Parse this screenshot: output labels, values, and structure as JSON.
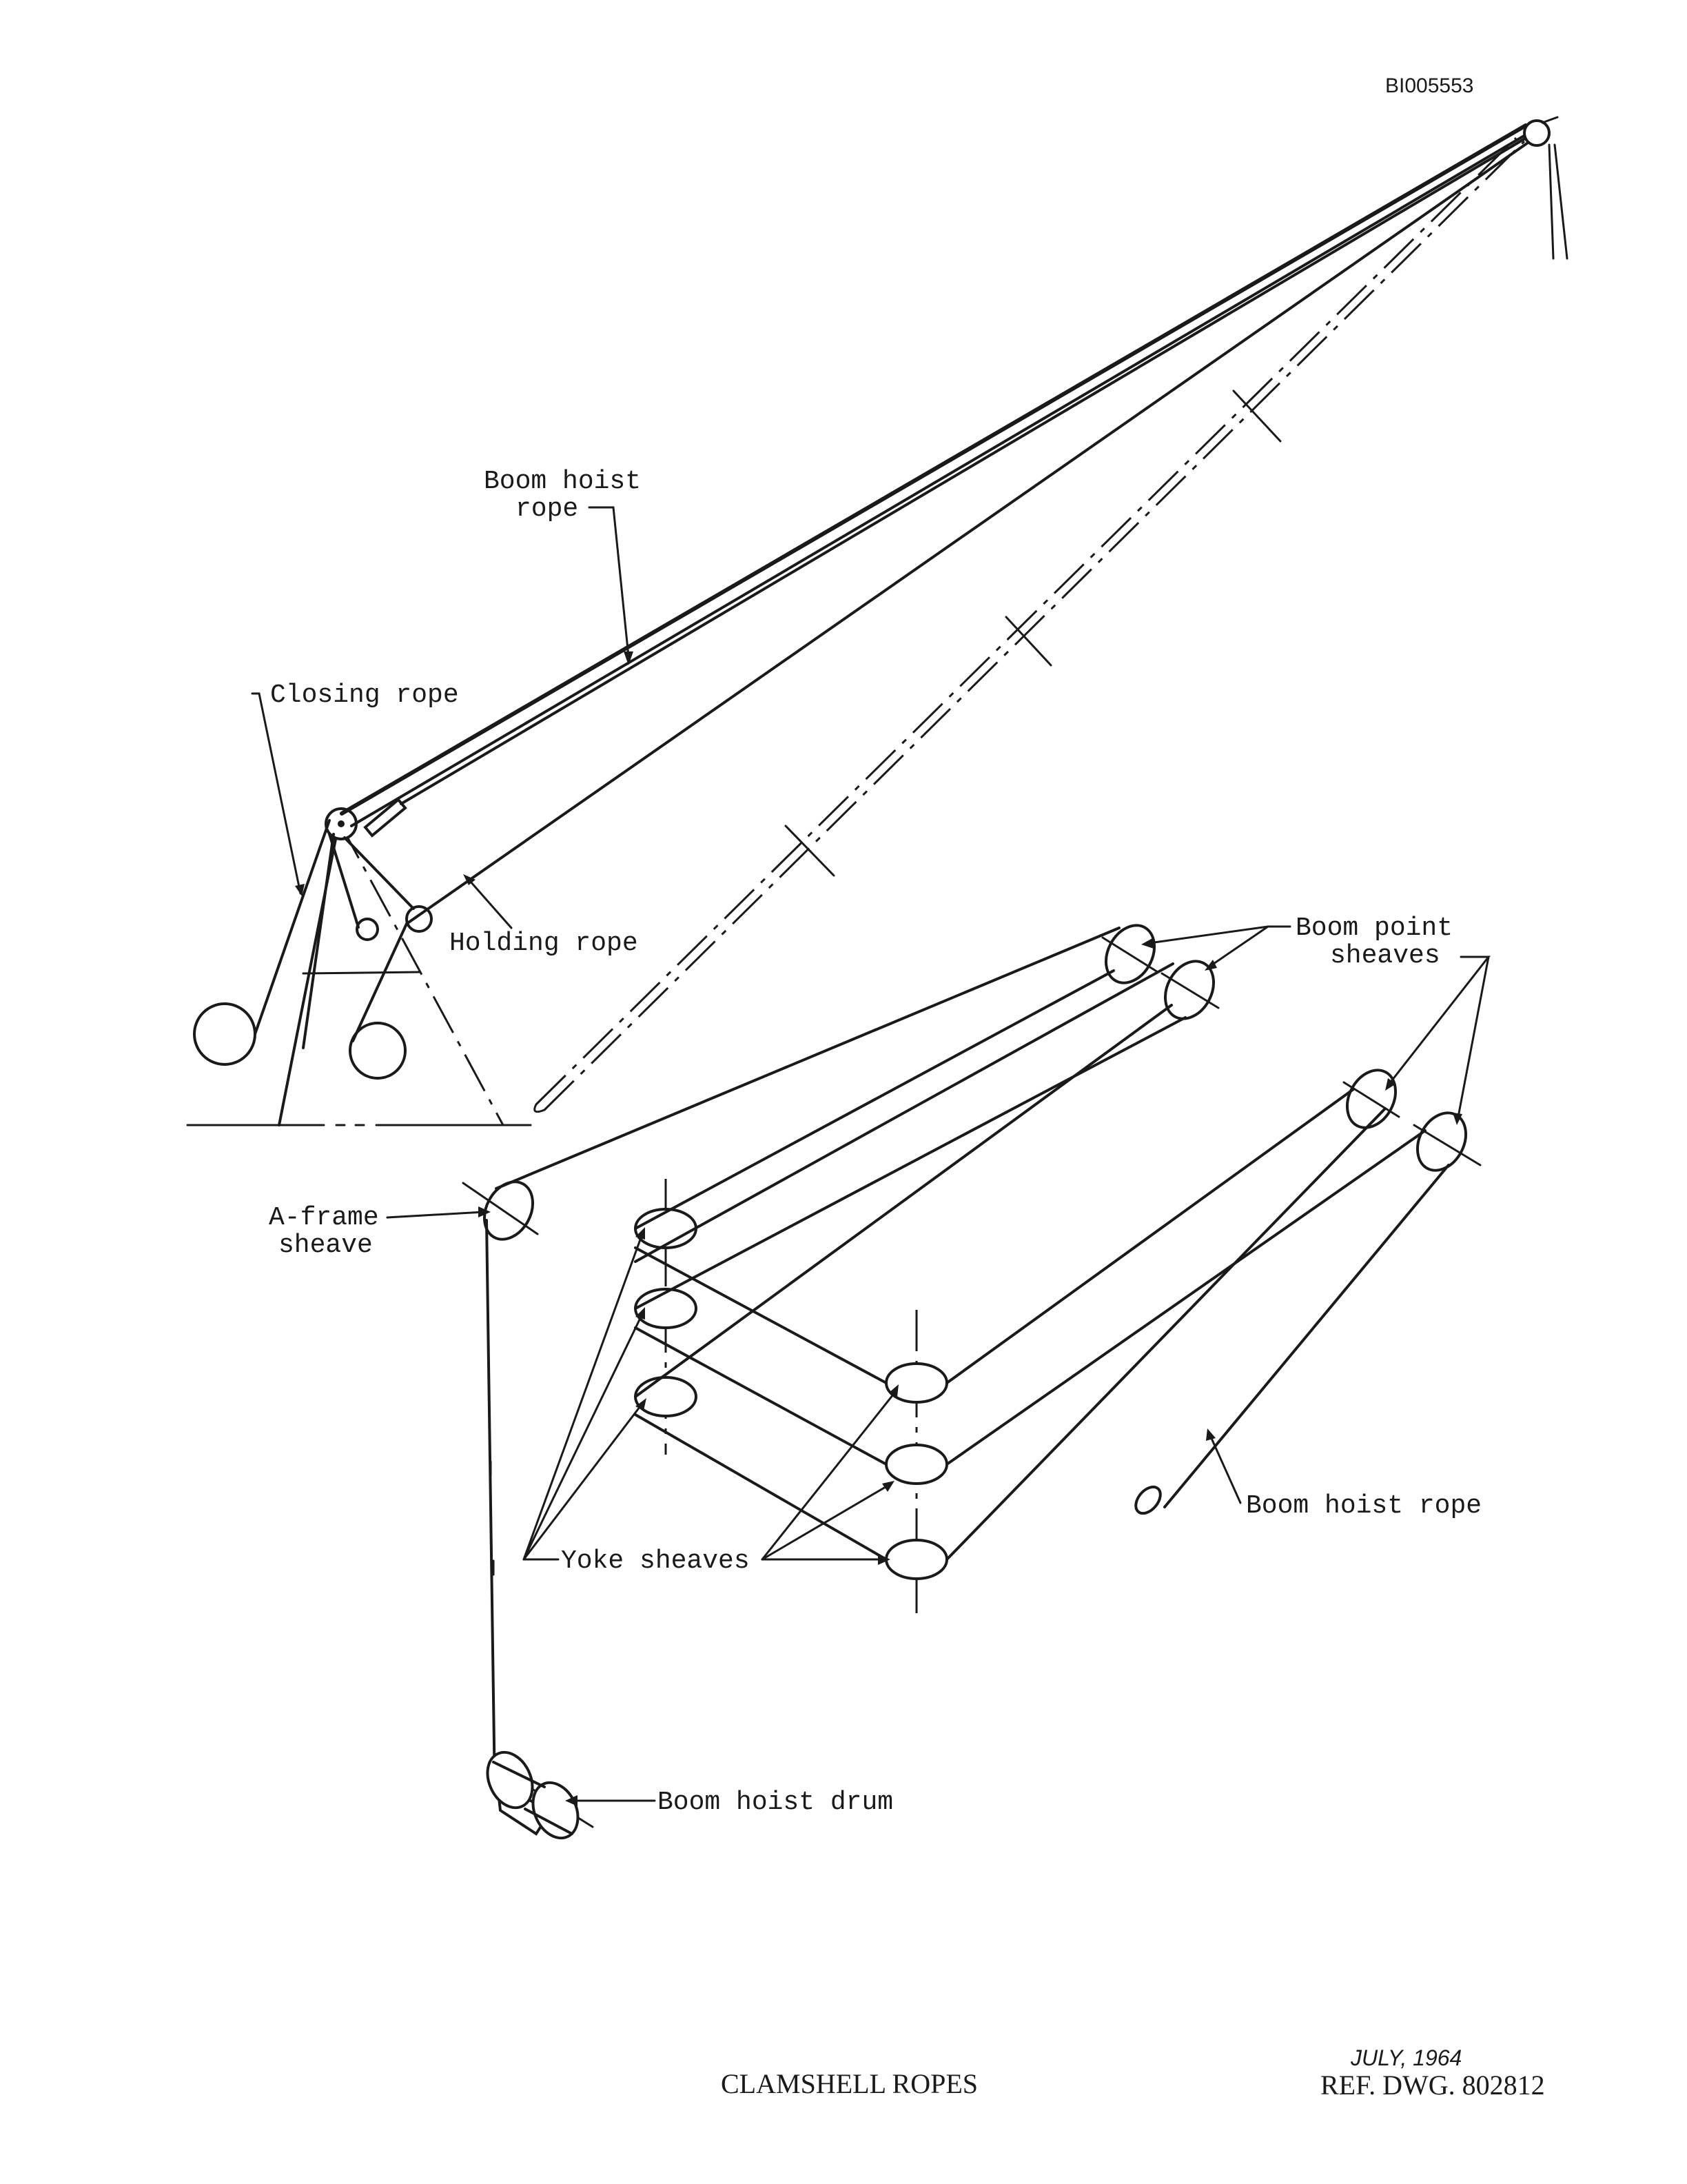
{
  "header": {
    "doc_id": "BI005553"
  },
  "labels": {
    "boom_hoist_rope_top": [
      "Boom hoist",
      "rope"
    ],
    "closing_rope": "Closing rope",
    "holding_rope": "Holding rope",
    "boom_point_sheaves": [
      "Boom point",
      "sheaves"
    ],
    "a_frame_sheave": [
      "A-frame",
      "sheave"
    ],
    "yoke_sheaves": "Yoke sheaves",
    "boom_hoist_rope_bottom": "Boom hoist rope",
    "boom_hoist_drum": "Boom hoist drum"
  },
  "footer": {
    "title": "CLAMSHELL ROPES",
    "date": "JULY, 1964",
    "ref": "REF. DWG. 802812"
  }
}
